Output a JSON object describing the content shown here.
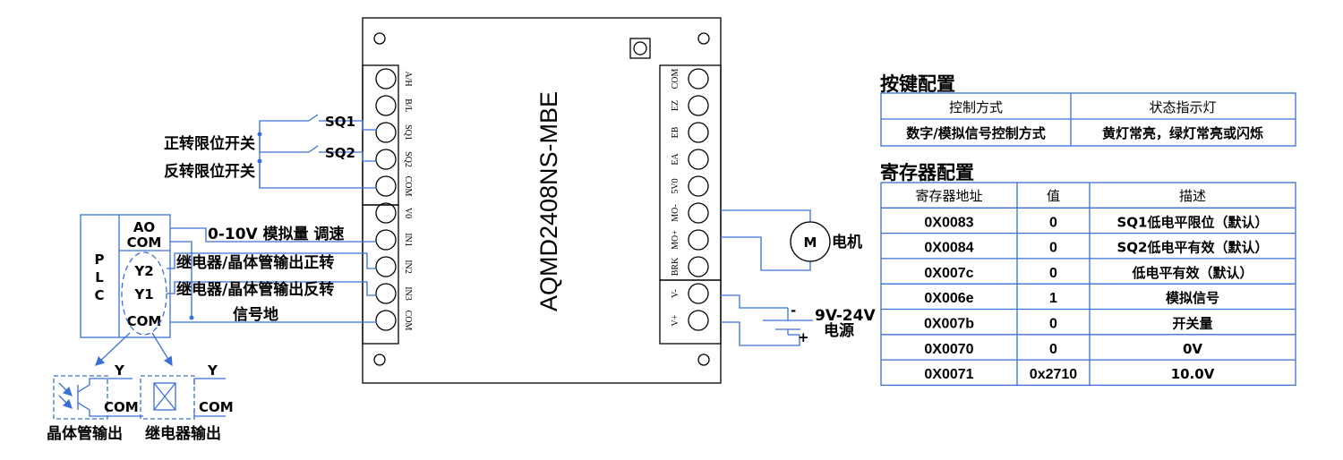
{
  "device": {
    "model": "AQMD2408NS-MBE",
    "left_terminals": [
      "A/H",
      "B/L",
      "SQ1",
      "SQ2",
      "COM",
      "V0",
      "IN1",
      "IN2",
      "IN3",
      "COM"
    ],
    "right_terminals": [
      "COM",
      "EZ",
      "EB",
      "EA",
      "5V0",
      "MO-",
      "MO+",
      "BRK",
      "V-",
      "V+"
    ]
  },
  "wiring": {
    "sq1": "SQ1",
    "sq2": "SQ2",
    "forward_limit": "正转限位开关",
    "reverse_limit": "反转限位开关",
    "analog": "0-10V 模拟量 调速",
    "relay_forward": "继电器/晶体管输出正转",
    "relay_reverse": "继电器/晶体管输出反转",
    "signal_ground": "信号地",
    "motor_symbol": "M",
    "motor": "电机",
    "power_voltage": "9V-24V",
    "power_label": "电源",
    "minus": "-",
    "plus": "+"
  },
  "plc": {
    "name": [
      "P",
      "L",
      "C"
    ],
    "ao": "AO",
    "com_top": "COM",
    "y2": "Y2",
    "y1": "Y1",
    "com_bottom": "COM",
    "y": "Y",
    "com": "COM",
    "transistor_output": "晶体管输出",
    "relay_output": "继电器输出"
  },
  "key_config": {
    "title": "按键配置",
    "headers": [
      "控制方式",
      "状态指示灯"
    ],
    "rows": [
      [
        "数字/模拟信号控制方式",
        "黄灯常亮，绿灯常亮或闪烁"
      ]
    ]
  },
  "register_config": {
    "title": "寄存器配置",
    "headers": [
      "寄存器地址",
      "值",
      "描述"
    ],
    "rows": [
      [
        "0X0083",
        "0",
        "SQ1低电平限位（默认）"
      ],
      [
        "0X0084",
        "0",
        "SQ2低电平有效（默认）"
      ],
      [
        "0X007c",
        "0",
        "低电平有效（默认）"
      ],
      [
        "0X006e",
        "1",
        "模拟信号"
      ],
      [
        "0X007b",
        "0",
        "开关量"
      ],
      [
        "0X0070",
        "0",
        "0V"
      ],
      [
        "0X0071",
        "0x2710",
        "10.0V"
      ]
    ]
  }
}
